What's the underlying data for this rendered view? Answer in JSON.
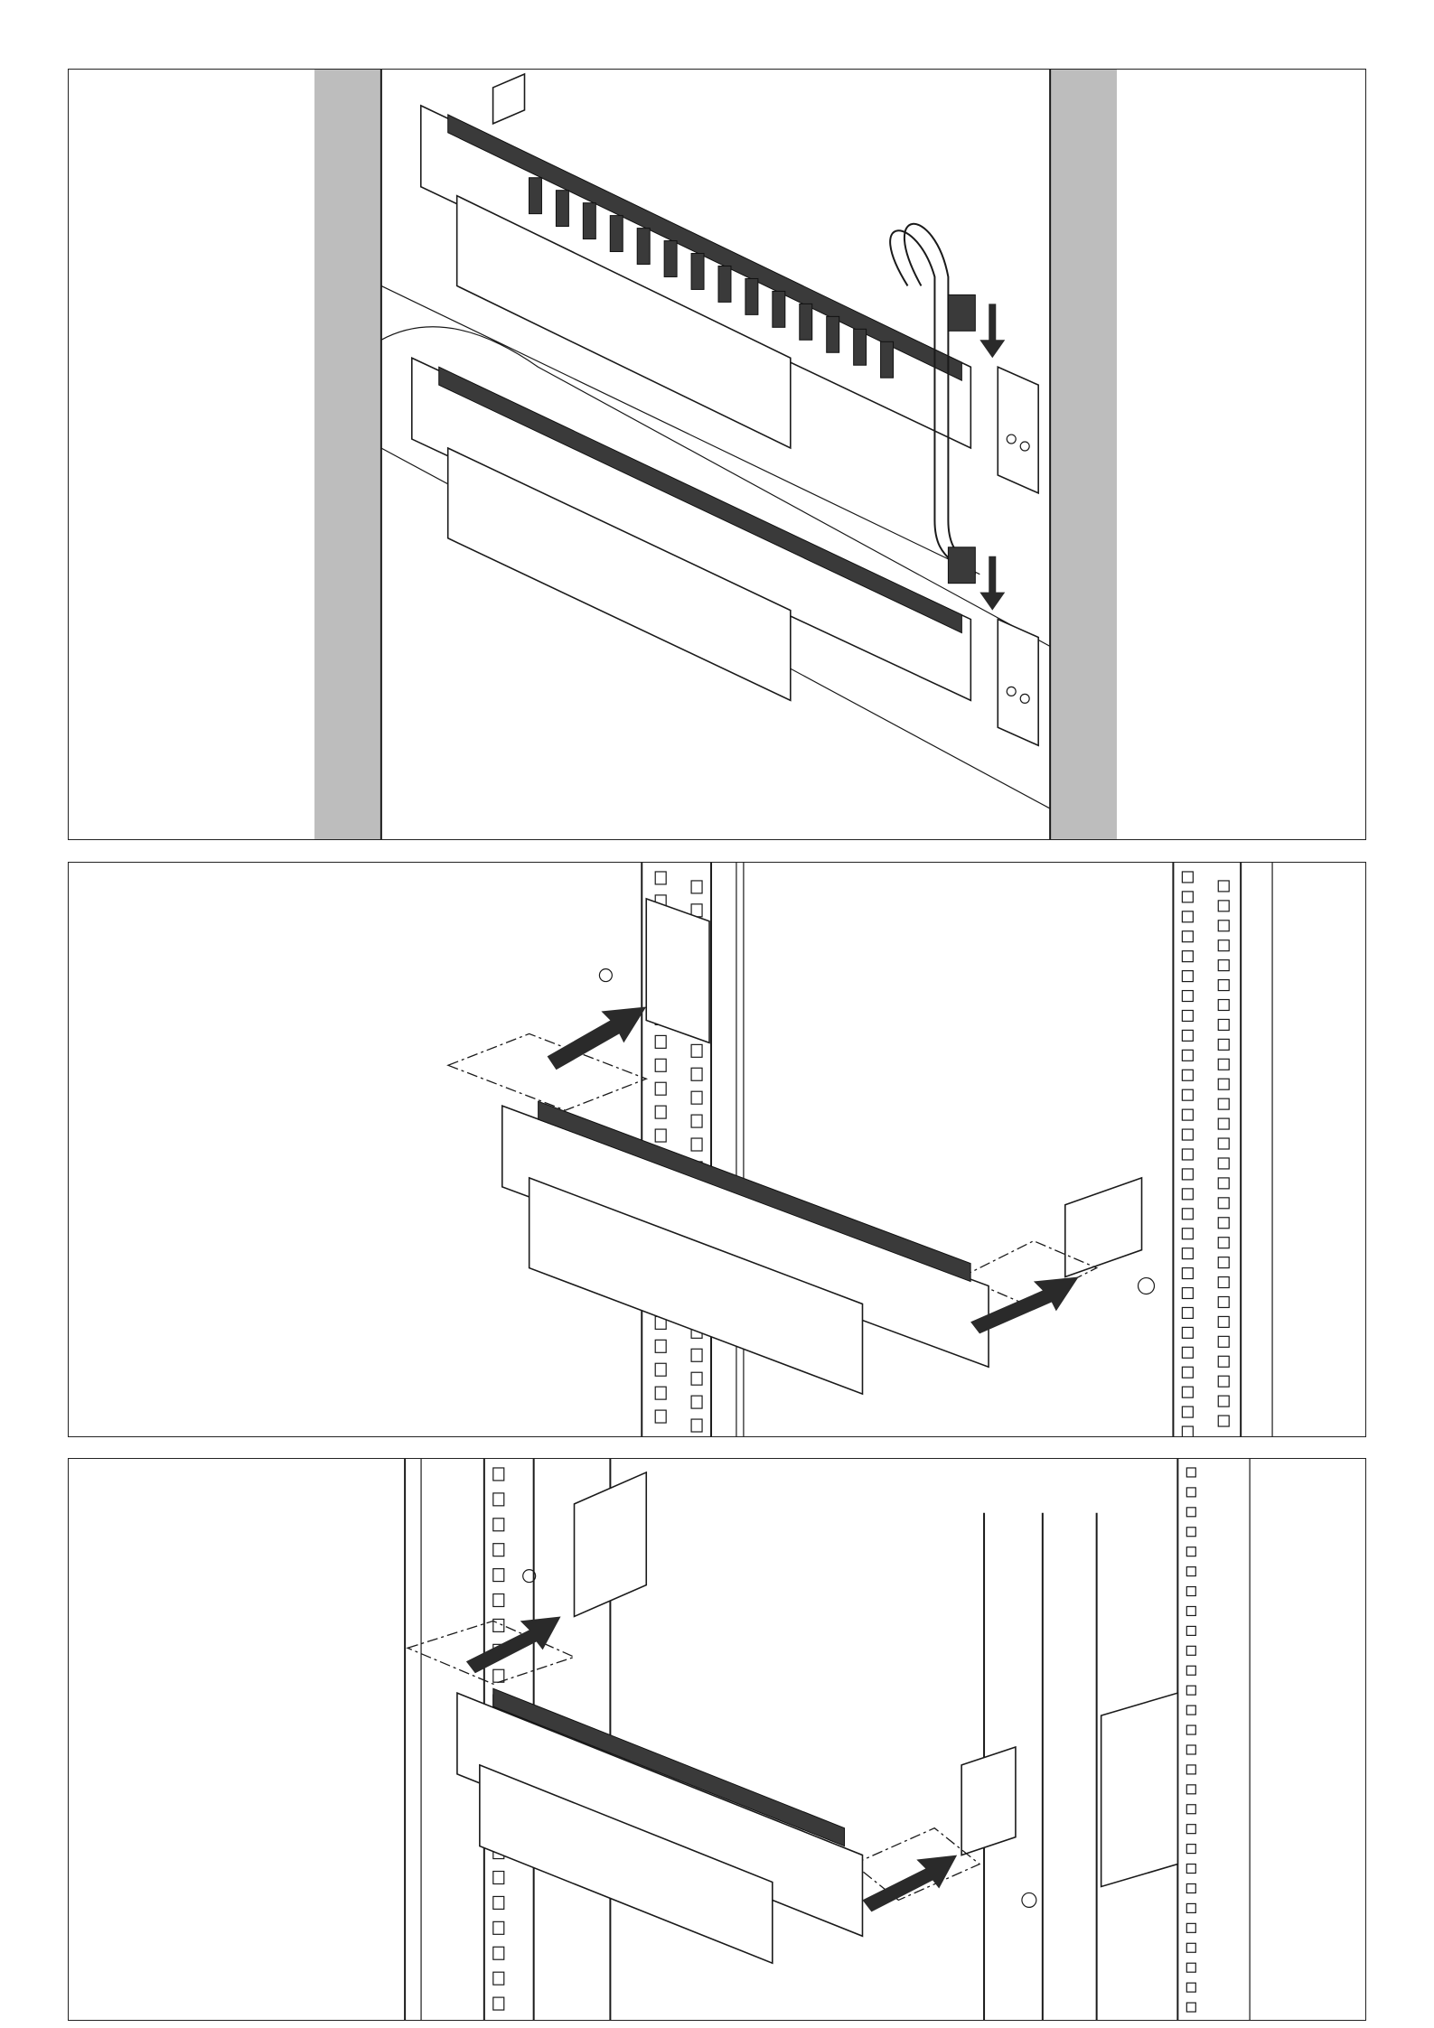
{
  "figure": {
    "panels": [
      {
        "id": "step-1",
        "content": "two-rows-breaker-busbars-with-jumper-cables"
      },
      {
        "id": "step-2",
        "content": "breaker-busbar-mounted-to-rack-uprights-with-brackets"
      },
      {
        "id": "step-3",
        "content": "breaker-busbar-mounted-to-frame-with-brackets"
      }
    ],
    "colors": {
      "line": "#1a1a1a",
      "upright_shade": "#bdbdbd",
      "arrow": "#2a2a2a"
    }
  }
}
